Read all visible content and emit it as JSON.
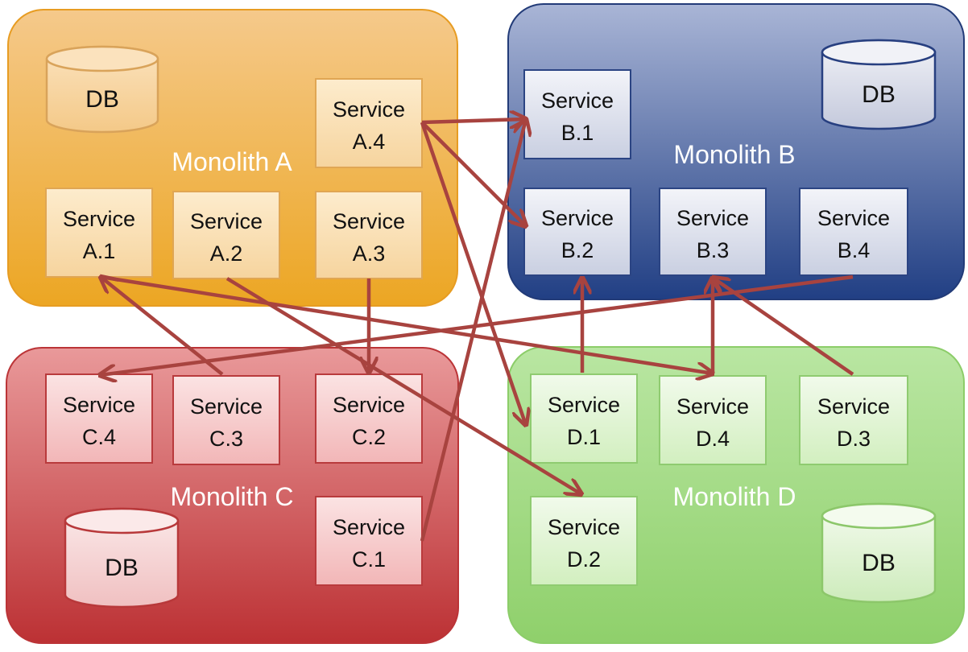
{
  "monoliths": {
    "A": {
      "label": "Monolith A",
      "colors": {
        "top": "#f5c98b",
        "bottom": "#eca623",
        "border": "#e79c22"
      },
      "db": {
        "label": "DB",
        "colors": {
          "top": "#fbe2bd",
          "bottom": "#f4c988",
          "border": "#d9a35a"
        }
      },
      "services": [
        {
          "id": "A.1",
          "lines": [
            "Service",
            "A.1"
          ]
        },
        {
          "id": "A.2",
          "lines": [
            "Service",
            "A.2"
          ]
        },
        {
          "id": "A.3",
          "lines": [
            "Service",
            "A.3"
          ]
        },
        {
          "id": "A.4",
          "lines": [
            "Service",
            "A.4"
          ]
        }
      ],
      "service_colors": {
        "top": "#fdeccd",
        "bottom": "#f6d49e",
        "border": "#e0a653"
      }
    },
    "B": {
      "label": "Monolith B",
      "colors": {
        "top": "#a9b5d6",
        "bottom": "#213f84",
        "border": "#223b78"
      },
      "db": {
        "label": "DB",
        "colors": {
          "top": "#f1f2f7",
          "bottom": "#c4c9dc",
          "border": "#273f80"
        }
      },
      "services": [
        {
          "id": "B.1",
          "lines": [
            "Service",
            "B.1"
          ]
        },
        {
          "id": "B.2",
          "lines": [
            "Service",
            "B.2"
          ]
        },
        {
          "id": "B.3",
          "lines": [
            "Service",
            "B.3"
          ]
        },
        {
          "id": "B.4",
          "lines": [
            "Service",
            "B.4"
          ]
        }
      ],
      "service_colors": {
        "top": "#f3f4f9",
        "bottom": "#c9cfe1",
        "border": "#2b4483"
      }
    },
    "C": {
      "label": "Monolith C",
      "colors": {
        "top": "#e9999a",
        "bottom": "#bc3134",
        "border": "#bb3437"
      },
      "db": {
        "label": "DB",
        "colors": {
          "top": "#fbe9e9",
          "bottom": "#f0c0c1",
          "border": "#b8383a"
        }
      },
      "services": [
        {
          "id": "C.1",
          "lines": [
            "Service",
            "C.1"
          ]
        },
        {
          "id": "C.2",
          "lines": [
            "Service",
            "C.2"
          ]
        },
        {
          "id": "C.3",
          "lines": [
            "Service",
            "C.3"
          ]
        },
        {
          "id": "C.4",
          "lines": [
            "Service",
            "C.4"
          ]
        }
      ],
      "service_colors": {
        "top": "#fbe3e3",
        "bottom": "#f2b6b7",
        "border": "#b93a3c"
      }
    },
    "D": {
      "label": "Monolith D",
      "colors": {
        "top": "#b9e6a2",
        "bottom": "#8fd06b",
        "border": "#8ccd69"
      },
      "db": {
        "label": "DB",
        "colors": {
          "top": "#f4fbee",
          "bottom": "#cdebbb",
          "border": "#8cc76a"
        }
      },
      "services": [
        {
          "id": "D.1",
          "lines": [
            "Service",
            "D.1"
          ]
        },
        {
          "id": "D.2",
          "lines": [
            "Service",
            "D.2"
          ]
        },
        {
          "id": "D.3",
          "lines": [
            "Service",
            "D.3"
          ]
        },
        {
          "id": "D.4",
          "lines": [
            "Service",
            "D.4"
          ]
        }
      ],
      "service_colors": {
        "top": "#f1faeb",
        "bottom": "#d2efbf",
        "border": "#8fcb70"
      }
    }
  },
  "dependencies": [
    {
      "from": "A.4",
      "to": "B.1"
    },
    {
      "from": "A.4",
      "to": "B.2"
    },
    {
      "from": "A.4",
      "to": "D.1"
    },
    {
      "from": "A.3",
      "to": "C.2"
    },
    {
      "from": "A.2",
      "to": "D.2"
    },
    {
      "from": "C.3",
      "to": "A.1"
    },
    {
      "from": "A.1",
      "to": "D.4"
    },
    {
      "from": "B.4",
      "to": "C.4"
    },
    {
      "from": "C.1",
      "to": "B.1"
    },
    {
      "from": "D.1",
      "to": "B.2"
    },
    {
      "from": "D.4",
      "to": "B.3"
    },
    {
      "from": "D.3",
      "to": "B.3"
    }
  ],
  "arrow_color": "#a8433f"
}
